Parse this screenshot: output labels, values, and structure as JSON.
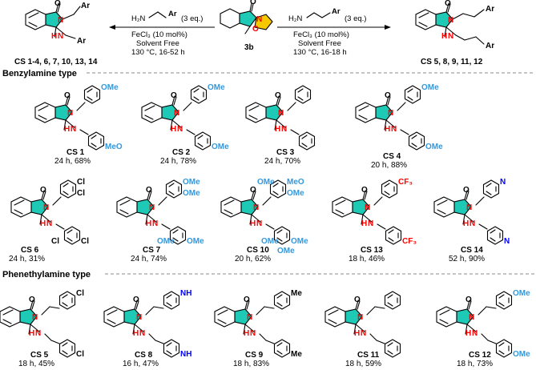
{
  "colors": {
    "lactam_ring": "#1ec9b5",
    "oxazolidine_ring": "#f5c800",
    "nitrogen": "#ff0000",
    "substituent": "#3398dd",
    "pyridine_n": "#0000ff",
    "text": "#000000",
    "dash": "#666666"
  },
  "scheme": {
    "start": {
      "label": "3b",
      "o": "O",
      "n": "N"
    },
    "left": {
      "reagent_amine": "H₂N",
      "reagent_r": "Ar",
      "equiv": "(3 eq.)",
      "catalyst": "FeCl₃ (10 mol%)",
      "solvent": "Solvent Free",
      "conditions": "130 °C, 16-52 h",
      "products": "CS 1-4, 6, 7, 10, 13, 14",
      "p_n": "N",
      "p_nh": "N",
      "p_h": "H",
      "p_ar": "Ar",
      "p_ar2": "Ar",
      "p_o": "O"
    },
    "right": {
      "reagent_amine": "H₂N",
      "reagent_r": "Ar",
      "equiv": "(3 eq.)",
      "catalyst": "FeCl₃ (10 mol%)",
      "solvent": "Solvent Free",
      "conditions": "130 °C, 16-18 h",
      "products": "CS 5, 8, 9, 11, 12",
      "p_n": "N",
      "p_nh": "N",
      "p_h": "H",
      "p_ar": "Ar",
      "p_ar2": "Ar",
      "p_o": "O"
    }
  },
  "sections": {
    "benzylamine": "Benzylamine type",
    "phenethylamine": "Phenethylamine type"
  },
  "compounds": [
    {
      "id": "CS 1",
      "conditions": "24 h, 68%",
      "sub_top": "OMe",
      "sub_bottom": "MeO"
    },
    {
      "id": "CS 2",
      "conditions": "24 h, 78%",
      "sub_top": "OMe",
      "sub_bottom": "OMe"
    },
    {
      "id": "CS 3",
      "conditions": "24 h, 70%"
    },
    {
      "id": "CS 4",
      "conditions": "20 h, 88%",
      "sub_top": "OMe",
      "sub_bottom": "OMe"
    },
    {
      "id": "CS 6",
      "conditions": "24 h, 31%",
      "sub_top": "Cl",
      "sub_top2": "Cl",
      "sub_bottom": "Cl",
      "sub_bottom2": "Cl"
    },
    {
      "id": "CS 7",
      "conditions": "24 h, 74%",
      "sub_top": "OMe",
      "sub_top2": "OMe",
      "sub_bottom": "OMe",
      "sub_bottom2": "OMe"
    },
    {
      "id": "CS 10",
      "conditions": "20 h, 62%",
      "sub_top": "MeO",
      "sub_top2": "OMe",
      "sub_top3": "OMe",
      "sub_bottom": "OMe",
      "sub_bottom2": "OMe",
      "sub_bottom3": "OMe"
    },
    {
      "id": "CS 13",
      "conditions": "18 h, 46%",
      "sub_top": "CF₃",
      "sub_bottom": "CF₃"
    },
    {
      "id": "CS 14",
      "conditions": "52 h, 90%",
      "sub_top": "N",
      "sub_bottom": "N"
    },
    {
      "id": "CS 5",
      "conditions": "18 h, 45%",
      "sub_top": "Cl",
      "sub_bottom": "Cl"
    },
    {
      "id": "CS 8",
      "conditions": "16 h, 47%",
      "sub_top": "NH",
      "sub_bottom": "NH"
    },
    {
      "id": "CS 9",
      "conditions": "18 h, 83%",
      "sub_top": "Me",
      "sub_bottom": "Me"
    },
    {
      "id": "CS 11",
      "conditions": "18 h, 59%"
    },
    {
      "id": "CS 12",
      "conditions": "18 h, 73%",
      "sub_top": "OMe",
      "sub_bottom": "OMe"
    }
  ],
  "core_atoms": {
    "o": "O",
    "n": "N",
    "nh_n": "N",
    "nh_h": "H"
  }
}
